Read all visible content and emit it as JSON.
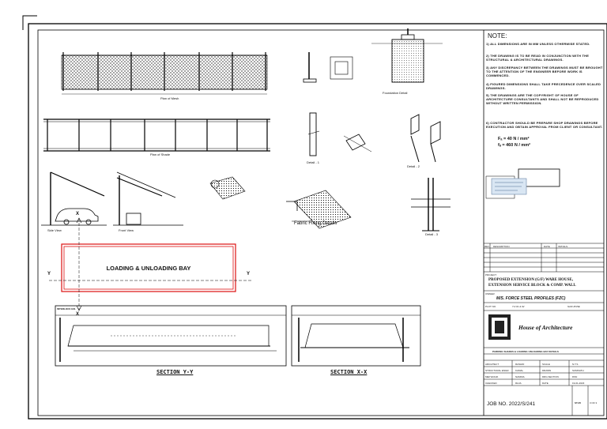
{
  "sheet": {
    "notes_title": "NOTE:",
    "notes": [
      "1) ALL DIMENSIONS ARE IN MM UNLESS OTHERWISE STATED.",
      "2) THE DRAWING IS TO BE READ IN CONJUNCTION WITH THE STRUCTURAL & ARCHITECTURAL DRAWINGS.",
      "3) ANY DISCREPANCY BETWEEN THE DRAWINGS MUST BE BROUGHT TO THE ATTENTION OF THE ENGINEER BEFORE WORK IS COMMENCED.",
      "4) FIGURED DIMENSIONS SHALL TAKE PRECEDENCE OVER SCALED DRAWINGS.",
      "5) THE DRAWINGS ARE THE COPYRIGHT OF HOUSE OF ARCHITECTURE CONSULTANTS AND SHALL NOT BE REPRODUCED WITHOUT WRITTEN PERMISSION.",
      "6) CONTRACTOR SHOULD BE PREPARE SHOP DRAWINGS BEFORE EXECUTION AND OBTAIN APPROVAL FROM CLIENT OR CONSULTANT."
    ],
    "formula_1": "Fₐ = 40 N / mm²",
    "formula_2": "fᵤ = 460 N / mm²"
  },
  "labels": {
    "plan_of_mesh": "Plan of Mesh",
    "plan_of_shade": "Plan of Shade",
    "side_view": "Side View",
    "front_view": "Front View",
    "foundation_detail": "Foundation Detail",
    "detail_1": "Detail - 1",
    "detail_2": "Detail - 2",
    "detail_3": "Detail - 3",
    "fabric_fixing": "Fabric Fixing Details",
    "loading_bay": "LOADING & UNLOADING BAY",
    "section_y": "SECTION Y-Y",
    "section_x": "SECTION X-X",
    "interlock": "INTERLOCK EXI.",
    "axis_x_top": "X",
    "axis_x_bottom": "X",
    "axis_y_left": "Y",
    "axis_y_right": "Y"
  },
  "title_block": {
    "rev_headers": [
      "REV.",
      "DESCRIPTION",
      "DATE",
      "INITIALS"
    ],
    "project_label": "PROJECT:",
    "project_name_1": "PROPOSED EXTENSION (G/F) WARE HOUSE,",
    "project_name_2": "EXTENSION SERVICE BLOCK & COMP. WALL",
    "owner_label": "OWNER:",
    "owner_name": "M/S. FORCE STEEL PROFILES (FZC)",
    "plot_label": "PLOT NO.",
    "plot_value": "T-3 01 & 02",
    "zone": "SAIF ZONE",
    "consultant": "House of Architecture",
    "drawing_title": "PARKING SHADES & LOADING UNLOADING BAY DETAILS",
    "rows": [
      [
        "ARCHITECT",
        "RASHID",
        "SCALE",
        "N.T.S"
      ],
      [
        "STRUCTURAL ENGR.",
        "KAMAL",
        "DRAWN",
        "SUMNATH"
      ],
      [
        "MEP ENGR.",
        "NAMDIA",
        "DRG.SECTION",
        "DSN"
      ],
      [
        "CHECKED",
        "RAJA",
        "DATE",
        "19-01-2023"
      ]
    ],
    "job_no": "JOB NO. 2022/S/241",
    "sheet_no": "ST-05",
    "sheet_count": "3 OF 3"
  }
}
